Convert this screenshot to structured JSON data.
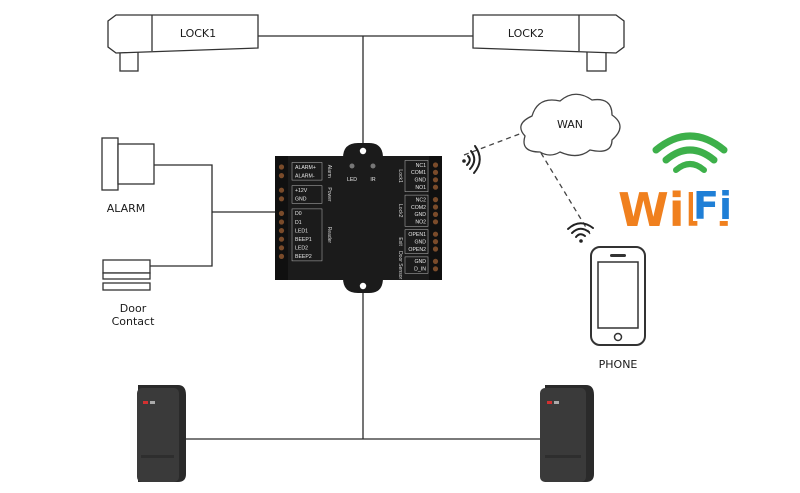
{
  "labels": {
    "lock1": "LOCK1",
    "lock2": "LOCK2",
    "wan": "WAN",
    "alarm": "ALARM",
    "door_line1": "Door",
    "door_line2": "Contact",
    "phone": "PHONE",
    "wifi_logo": "WiFi"
  },
  "controller": {
    "led": "LED",
    "ir": "IR",
    "left_terminals": [
      {
        "rows": [
          "ALARM+",
          "ALARM-"
        ],
        "group": "Alarm"
      },
      {
        "rows": [
          "+12V",
          "GND"
        ],
        "group": "Power"
      },
      {
        "rows": [
          "D0",
          "D1",
          "LED1",
          "BEEP1",
          "LED2",
          "BEEP2"
        ],
        "group": "Reader"
      }
    ],
    "right_terminals": [
      {
        "rows": [
          "NC1",
          "COM1",
          "GND",
          "NO1"
        ],
        "group": "Lock1"
      },
      {
        "rows": [
          "NC2",
          "COM2",
          "GND",
          "NO2"
        ],
        "group": "Lock2"
      },
      {
        "rows": [
          "OPEN1",
          "GND",
          "OPEN2"
        ],
        "group": "Exit"
      },
      {
        "rows": [
          "GND",
          "D_IN"
        ],
        "group": "Door Sensor"
      }
    ]
  },
  "colors": {
    "line": "#2b2b2b",
    "controller_body": "#1b1b1b",
    "wifi_green": "#3db04a",
    "wifi_orange": "#f0801e",
    "wifi_blue": "#1f7fd6",
    "reader_body": "#3a3a3a"
  },
  "icons": [
    "lock-icon",
    "alarm-siren-icon",
    "door-contact-icon",
    "cloud-icon",
    "wireless-signal-icon",
    "smartphone-icon",
    "wifi-logo-icon",
    "card-reader-icon",
    "controller-board-icon"
  ]
}
